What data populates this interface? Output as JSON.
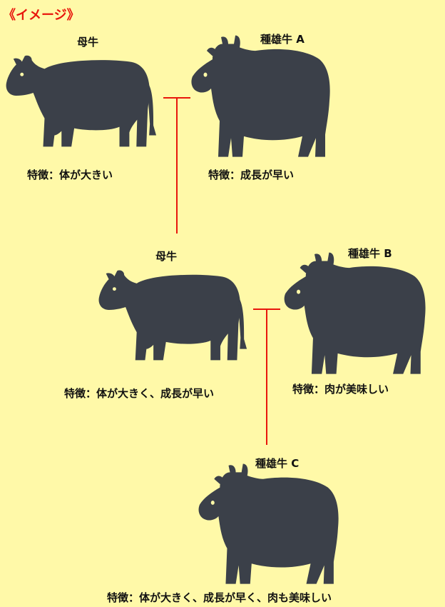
{
  "title": "《イメージ》",
  "colors": {
    "background": "#fff9a8",
    "accent": "#e8160c",
    "cow": "#3b4049"
  },
  "gen1": {
    "mother": {
      "name": "母牛",
      "trait": "特徴：体が大きい"
    },
    "sire": {
      "name": "種雄牛 A",
      "trait": "特徴：成長が早い"
    }
  },
  "gen2": {
    "mother": {
      "name": "母牛",
      "trait": "特徴：体が大きく、成長が早い"
    },
    "sire": {
      "name": "種雄牛 B",
      "trait": "特徴：肉が美味しい"
    }
  },
  "gen3": {
    "offspring": {
      "name": "種雄牛 C",
      "trait": "特徴：体が大きく、成長が早く、肉も美味しい"
    }
  }
}
